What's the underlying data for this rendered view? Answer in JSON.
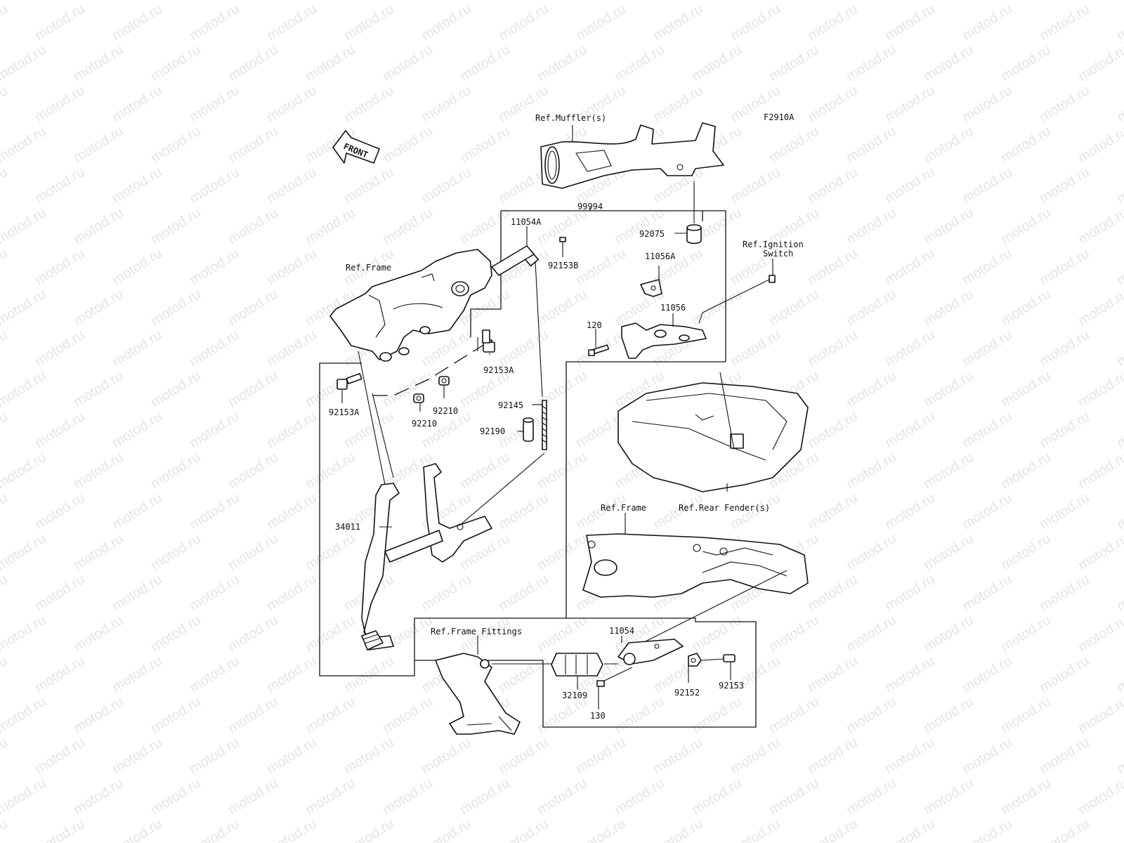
{
  "figure_code": "F2910A",
  "front_arrow": {
    "text": "FRONT",
    "icon": "front-arrow-icon"
  },
  "watermark": "motod.ru",
  "labels": {
    "ref_mufflers": "Ref.Muffler(s)",
    "p99994": "99994",
    "p11054A": "11054A",
    "p92153B": "92153B",
    "p92075": "92075",
    "ref_ignition_1": "Ref.Ignition",
    "ref_ignition_2": "Switch",
    "p11056A": "11056A",
    "ref_frame_top": "Ref.Frame",
    "p11056": "11056",
    "p120": "120",
    "p92153A_right": "92153A",
    "p92153A_left": "92153A",
    "p92210_a": "92210",
    "p92210_b": "92210",
    "p92145": "92145",
    "p92190": "92190",
    "p34011": "34011",
    "ref_rear_fender": "Ref.Rear Fender(s)",
    "ref_frame_mid": "Ref.Frame",
    "ref_frame_fittings": "Ref.Frame Fittings",
    "p11054": "11054",
    "p32109": "32109",
    "p130": "130",
    "p92152": "92152",
    "p92153": "92153"
  }
}
